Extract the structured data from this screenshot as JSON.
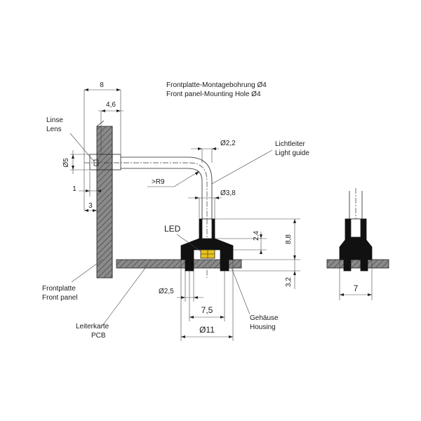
{
  "title_de": "Frontplatte-Montagebohrung Ø4",
  "title_en": "Front panel-Mounting Hole Ø4",
  "labels": {
    "lens_de": "Linse",
    "lens_en": "Lens",
    "lightguide_de": "Lichtleiter",
    "lightguide_en": "Light guide",
    "led": "LED",
    "frontpanel_de": "Frontplatte",
    "frontpanel_en": "Front panel",
    "pcb_de": "Leiterkarte",
    "pcb_en": "PCB",
    "housing_de": "Gehäuse",
    "housing_en": "Housing"
  },
  "dimensions": {
    "d8": "8",
    "d4_6": "4,6",
    "d5": "Ø5",
    "d1": "1",
    "d3": "3",
    "d2_2": "Ø2,2",
    "r9": ">R9",
    "d3_8": "Ø3,8",
    "d2_4": "2,4",
    "d8_8": "8,8",
    "d3_2": "3,2",
    "d2_5": "Ø2,5",
    "d7_5": "7,5",
    "d11": "Ø11",
    "d7": "7"
  },
  "colors": {
    "line": "#222222",
    "housing": "#111111",
    "led": "#e8c21a",
    "hatch": "#555555"
  }
}
